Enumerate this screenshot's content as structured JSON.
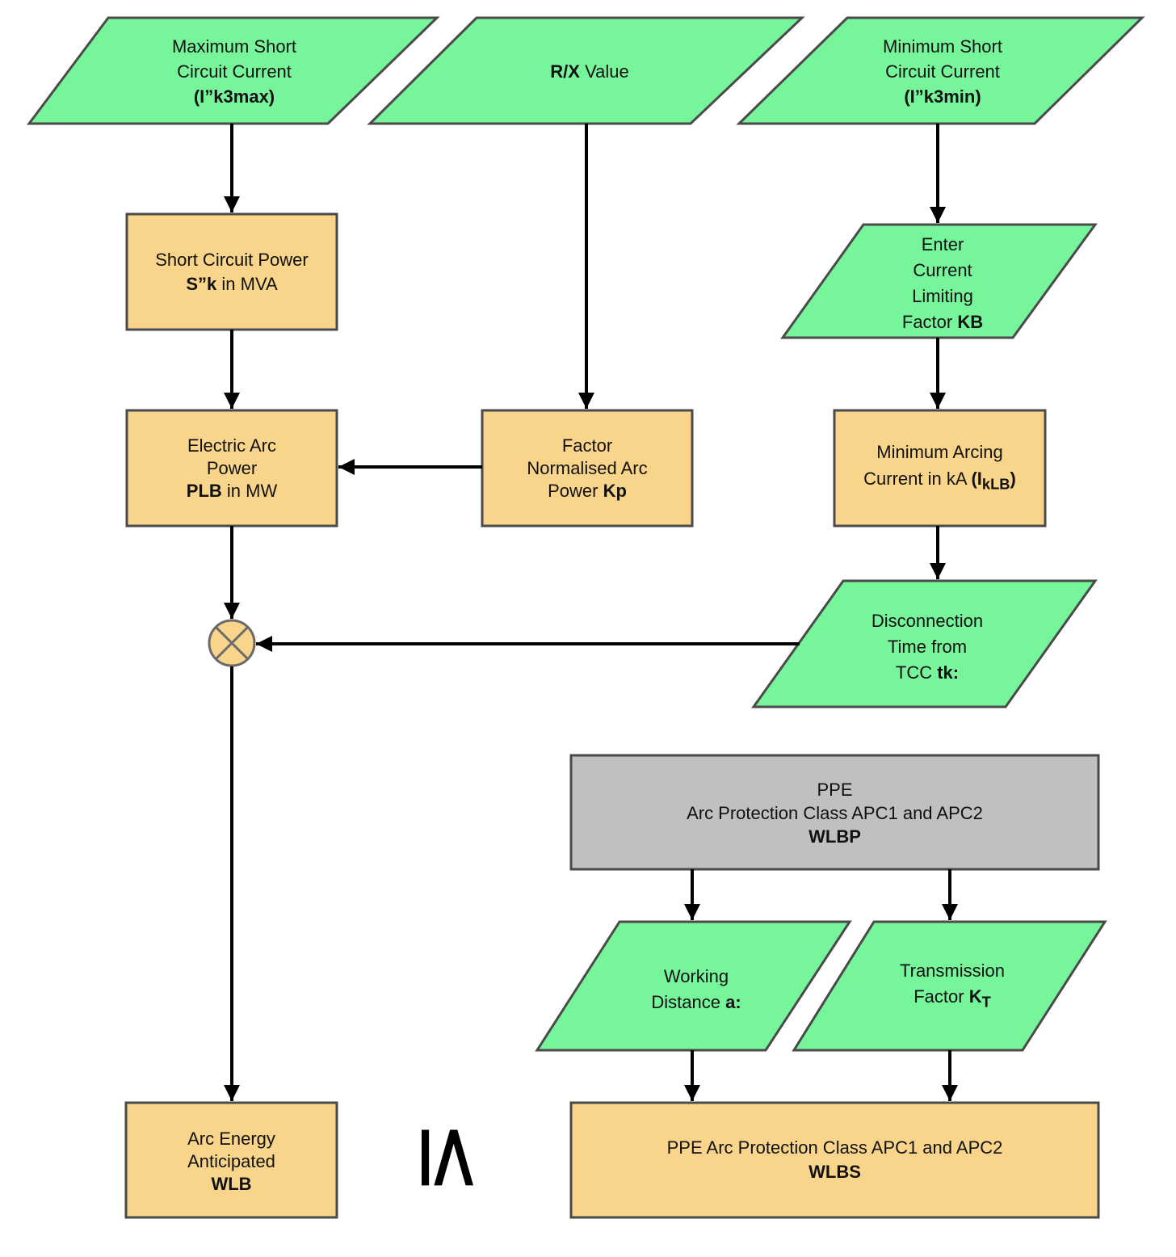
{
  "colors": {
    "input": "#77f59a",
    "process": "#f8d58a",
    "ppe": "#c0c0c0",
    "stroke": "#4a4a4a",
    "connector": "#000000"
  },
  "nodes": {
    "max_sc": {
      "l1": "Maximum  Short",
      "l2": "Circuit Current",
      "l3": "(I”k3max)"
    },
    "rx": {
      "b": "R/X",
      "t": " Value"
    },
    "min_sc": {
      "l1": "Minimum Short",
      "l2": "Circuit Current",
      "l3": "(I”k3min)"
    },
    "sc_power": {
      "l1": "Short Circuit Power",
      "b": "S”k",
      "t": " in MVA"
    },
    "limit_factor": {
      "l1": "Enter",
      "l2": "Current",
      "l3": "Limiting",
      "t": "Factor ",
      "b": "KB"
    },
    "arc_power": {
      "l1": "Electric Arc",
      "l2": "Power",
      "b": "PLB",
      "t": " in MW"
    },
    "kp": {
      "l1": "Factor",
      "l2": "Normalised Arc",
      "t": "Power ",
      "b": "Kp"
    },
    "min_arc": {
      "l1": "Minimum Arcing",
      "t": "Current in kA ",
      "b": "(I",
      "sub": "kLB",
      "b2": ")"
    },
    "disconnect": {
      "l1": "Disconnection",
      "l2": "Time from",
      "t": "TCC ",
      "b": "tk:"
    },
    "ppe_grey": {
      "l1": "PPE",
      "l2": "Arc Protection Class APC1 and APC2",
      "l3": "WLBP"
    },
    "work_dist": {
      "l1": "Working",
      "t": "Distance ",
      "b": "a:"
    },
    "trans_factor": {
      "l1": "Transmission",
      "t": "Factor ",
      "b": "K",
      "sub": "T"
    },
    "arc_energy": {
      "l1": "Arc Energy",
      "l2": "Anticipated",
      "l3": "WLB"
    },
    "ppe_class": {
      "l1": "PPE Arc Protection Class APC1 and APC2",
      "l2": "WLBS"
    }
  },
  "relation_symbol": "≤"
}
